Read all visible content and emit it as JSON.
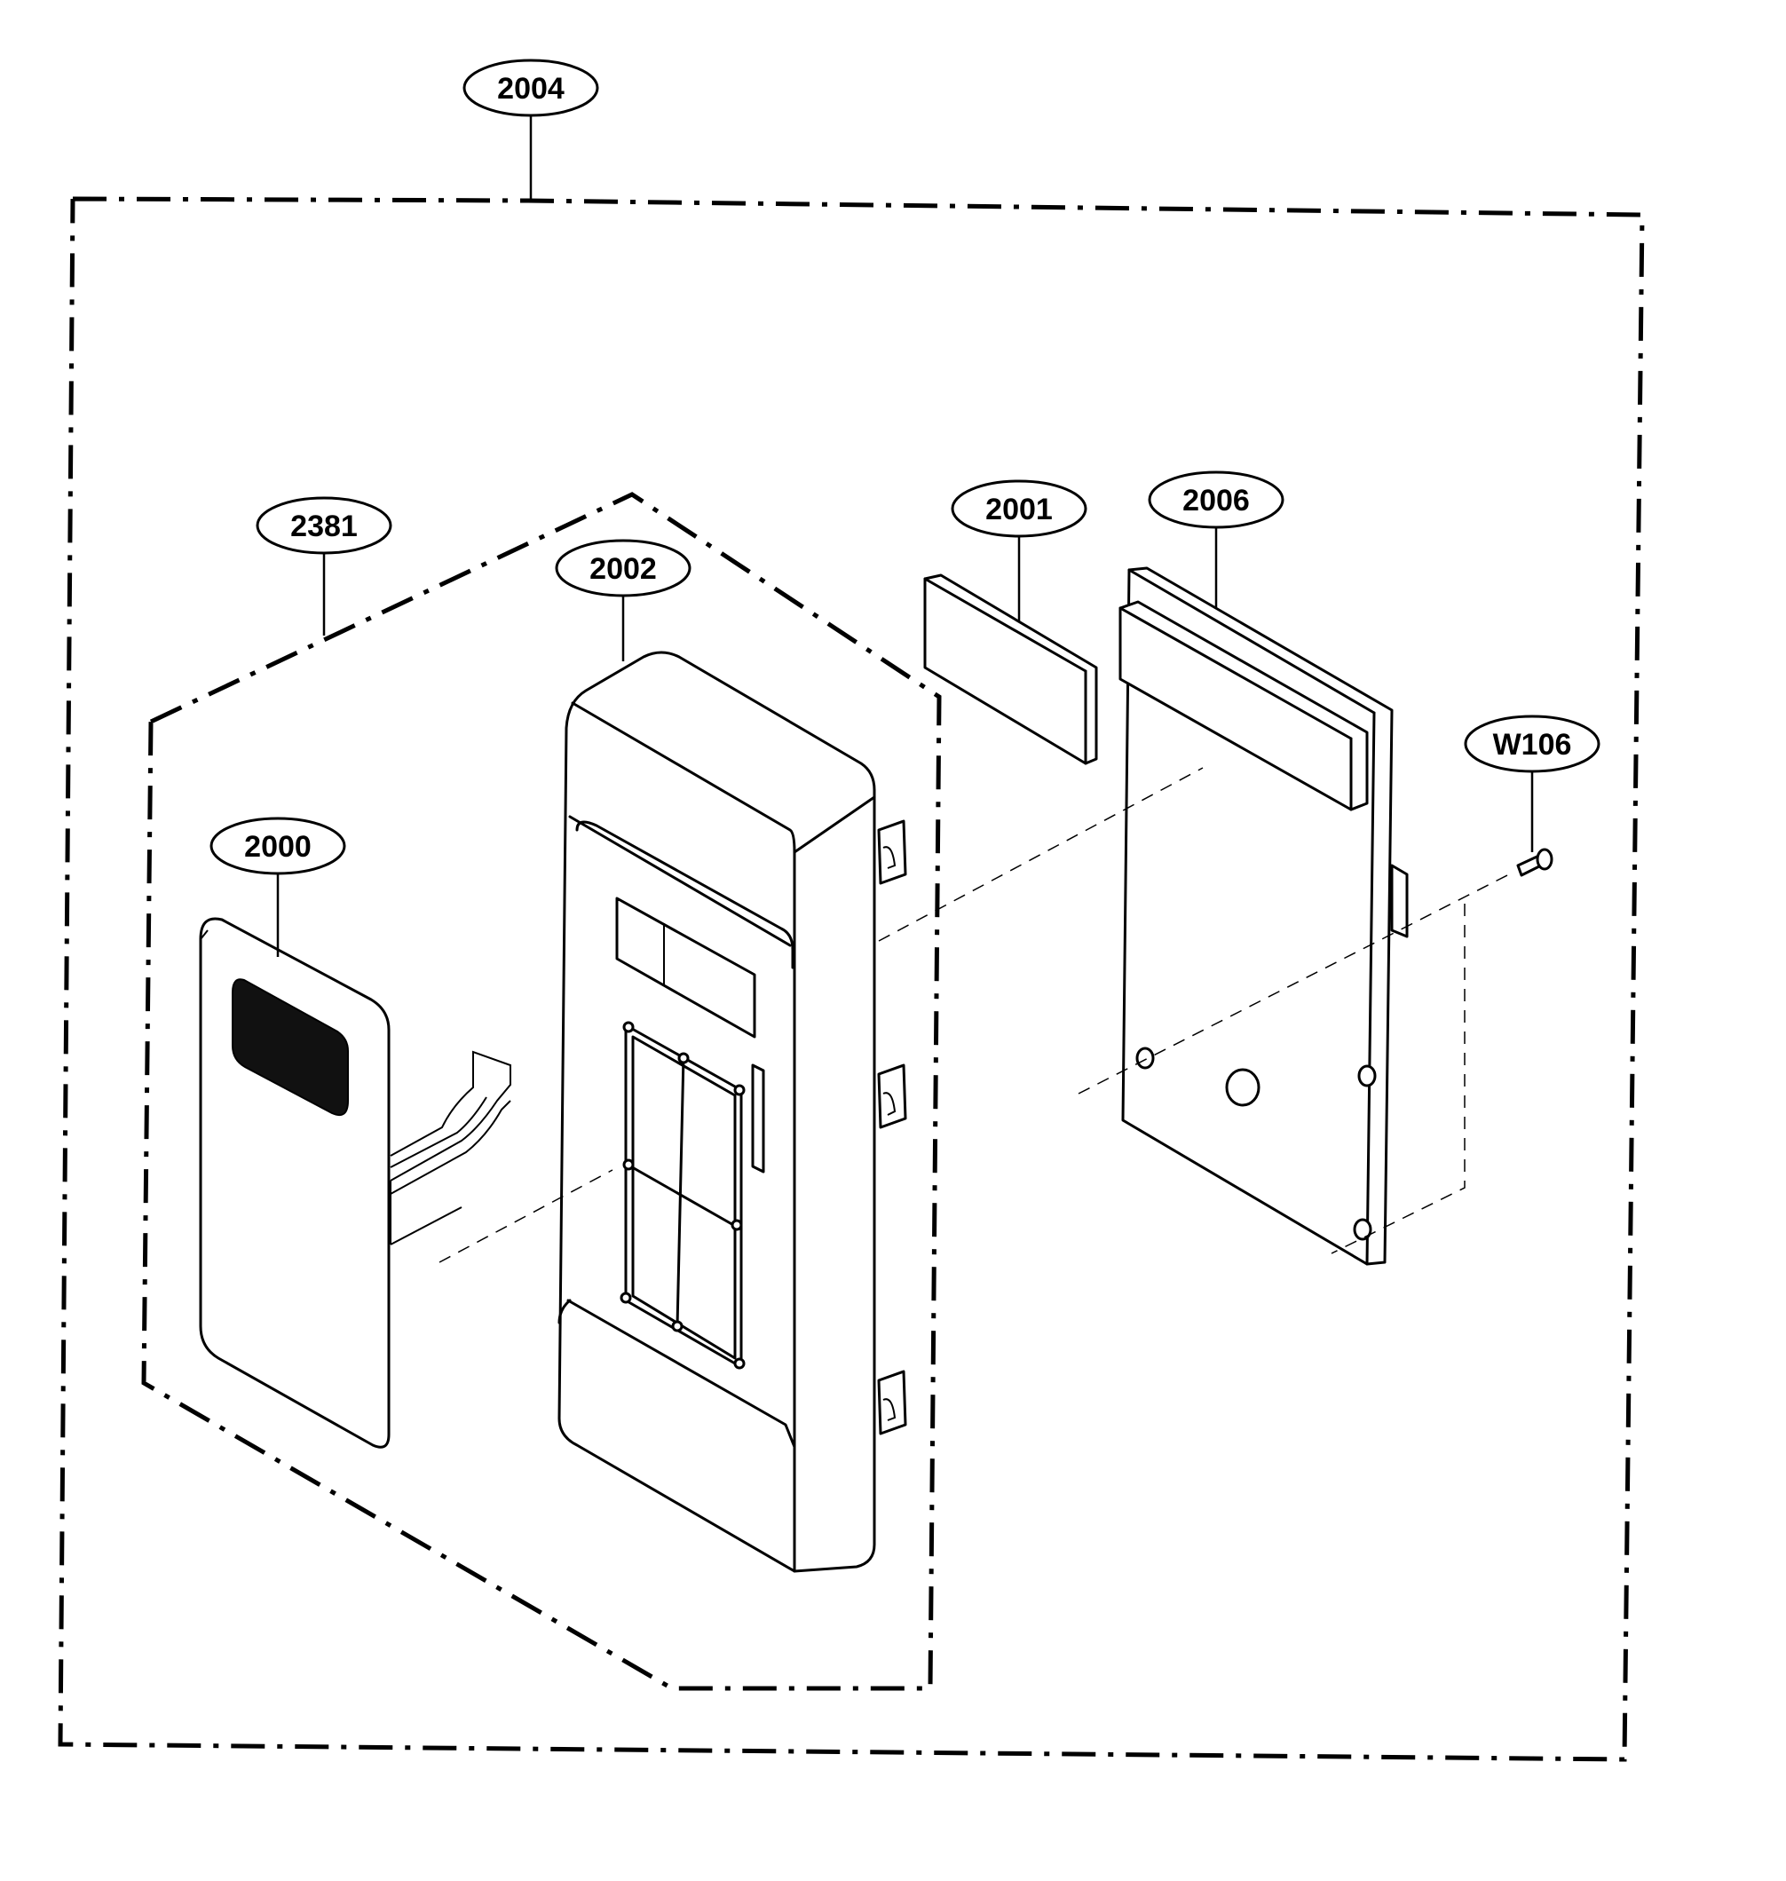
{
  "callouts": {
    "assembly_boundary": "2004",
    "inner_boundary": "2381",
    "membrane_switch": "2000",
    "control_frame": "2002",
    "display_window": "2001",
    "pcb_assembly": "2006",
    "screw": "W106"
  }
}
